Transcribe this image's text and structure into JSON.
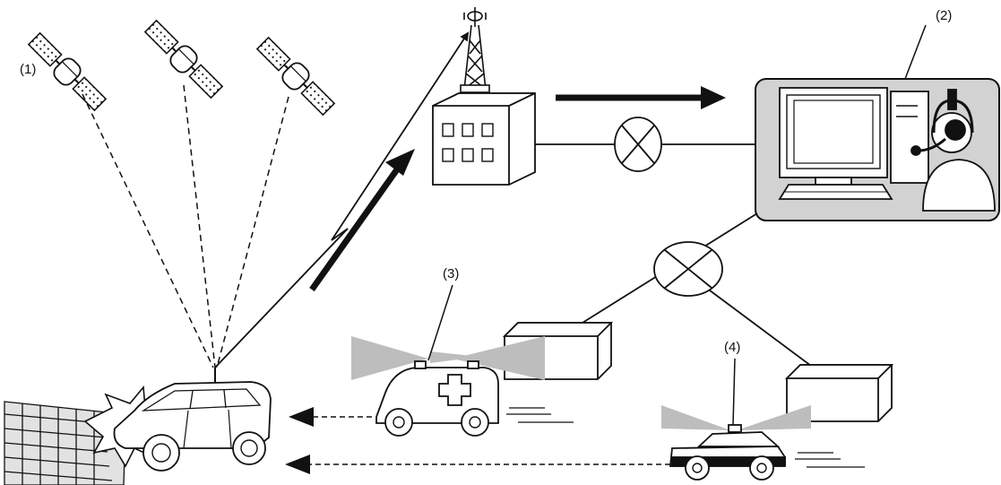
{
  "labels": {
    "satellites": "(1)",
    "operator_center": "(2)",
    "ambulance": "(3)",
    "police_car": "(4)"
  },
  "icons": {
    "satellite": "satellite-icon",
    "tower": "radio-tower-icon",
    "building": "relay-building-icon",
    "exchange": "network-exchange-icon",
    "computer": "computer-monitor-icon",
    "operator": "operator-headset-icon",
    "station": "station-box-icon",
    "crashed_car": "crashed-car-icon",
    "ambulance": "ambulance-icon",
    "police": "police-car-icon",
    "wall": "brick-wall-icon"
  },
  "colors": {
    "line": "#111111",
    "panel": "#d2d2d2",
    "beam": "#bdbdbd"
  }
}
